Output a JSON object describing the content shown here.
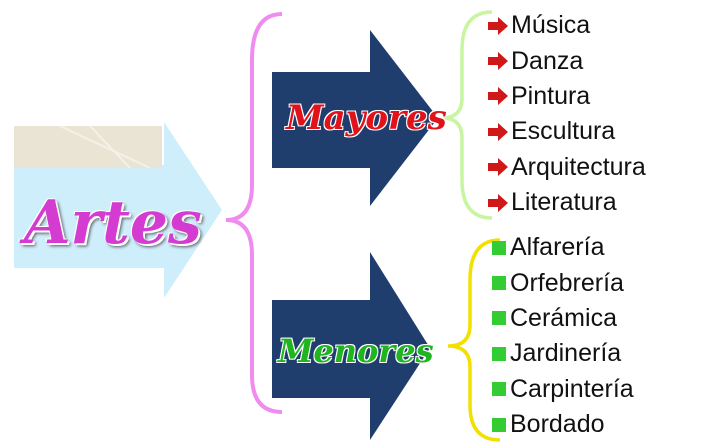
{
  "root": {
    "label": "Artes"
  },
  "branches": [
    {
      "label": "Mayores",
      "items": [
        "Música",
        "Danza",
        "Pintura",
        "Escultura",
        "Arquitectura",
        "Literatura"
      ]
    },
    {
      "label": "Menores",
      "items": [
        "Alfarería",
        "Orfebrería",
        "Cerámica",
        "Jardinería",
        "Carpintería",
        "Bordado"
      ]
    }
  ],
  "colors": {
    "root_text": "#d43bd1",
    "root_arrow": "#cfeefb",
    "branch_arrow": "#1f3d6d",
    "major_text": "#e0121a",
    "minor_text": "#20b520",
    "outer_brace": "#f08cf0",
    "major_brace": "#c8f5a0",
    "minor_brace": "#f2e000",
    "major_bullet": "#d01818",
    "minor_bullet": "#33cc33"
  },
  "icons": {
    "major_bullet": "red-arrow-icon",
    "minor_bullet": "green-square-icon"
  }
}
